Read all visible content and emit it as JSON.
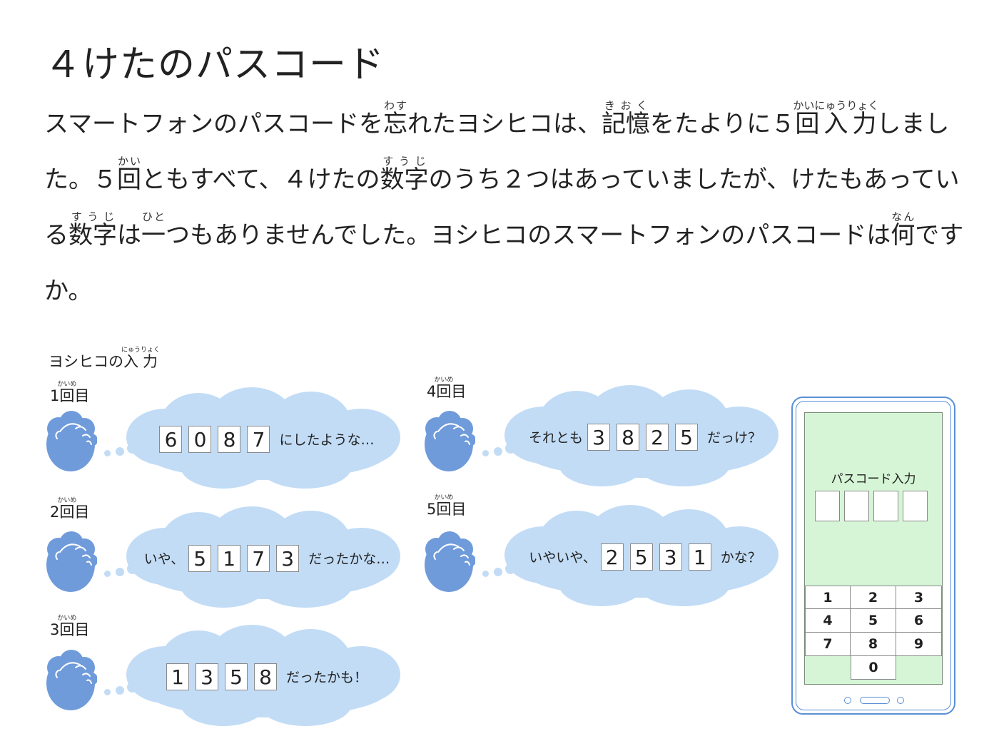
{
  "title": "４けたのパスコード",
  "problem": {
    "t1": "スマートフォンのパスコードを",
    "r1": {
      "base": "忘",
      "rt": "わす"
    },
    "t2": "れたヨシヒコは、",
    "r2": {
      "base": "記憶",
      "rt": "きおく"
    },
    "t3": "をたよりに５",
    "r3": {
      "base": "回入力",
      "rt": "かいにゅうりょく"
    },
    "t4": "しました。５",
    "r4": {
      "base": "回",
      "rt": "かい"
    },
    "t5": "ともすべて、４けたの",
    "r5": {
      "base": "数字",
      "rt": "すうじ"
    },
    "t6": "のうち２つはあっていましたが、けたもあっている",
    "r6": {
      "base": "数字",
      "rt": "すうじ"
    },
    "t7": "は",
    "r7": {
      "base": "一",
      "rt": "ひと"
    },
    "t8": "つもありませんでした。ヨシヒコのスマートフォンのパスコードは",
    "r8": {
      "base": "何",
      "rt": "なん"
    },
    "t9": "ですか。"
  },
  "inputs_header": {
    "prefix": "ヨシヒコの",
    "ruby": {
      "base": "入力",
      "rt": "にゅうりょく"
    }
  },
  "attempts": [
    {
      "num": "1",
      "rb": "回",
      "rt": "かいめ",
      "suffix": "目",
      "pre": "",
      "digits": [
        "6",
        "0",
        "8",
        "7"
      ],
      "post": "にしたような…"
    },
    {
      "num": "2",
      "rb": "回",
      "rt": "かいめ",
      "suffix": "目",
      "pre": "いや、",
      "digits": [
        "5",
        "1",
        "7",
        "3"
      ],
      "post": "だったかな…"
    },
    {
      "num": "3",
      "rb": "回",
      "rt": "かいめ",
      "suffix": "目",
      "pre": "",
      "digits": [
        "1",
        "3",
        "5",
        "8"
      ],
      "post": "だったかも！"
    },
    {
      "num": "4",
      "rb": "回",
      "rt": "かいめ",
      "suffix": "目",
      "pre": "それとも",
      "digits": [
        "3",
        "8",
        "2",
        "5"
      ],
      "post": "だっけ？"
    },
    {
      "num": "5",
      "rb": "回",
      "rt": "かいめ",
      "suffix": "目",
      "pre": "いやいや、",
      "digits": [
        "2",
        "5",
        "3",
        "1"
      ],
      "post": "かな？"
    }
  ],
  "phone": {
    "screen_title": "パスコード入力",
    "keys": [
      "1",
      "2",
      "3",
      "4",
      "5",
      "6",
      "7",
      "8",
      "9",
      "0"
    ]
  },
  "colors": {
    "head": "#6f9bdb",
    "cloud": "#c2dcf6",
    "phone_outline": "#5b8fd6",
    "screen": "#d6f5d6"
  },
  "icons": {
    "person": "person-head-icon",
    "thought": "thought-bubble-icon",
    "phone": "smartphone-icon"
  }
}
